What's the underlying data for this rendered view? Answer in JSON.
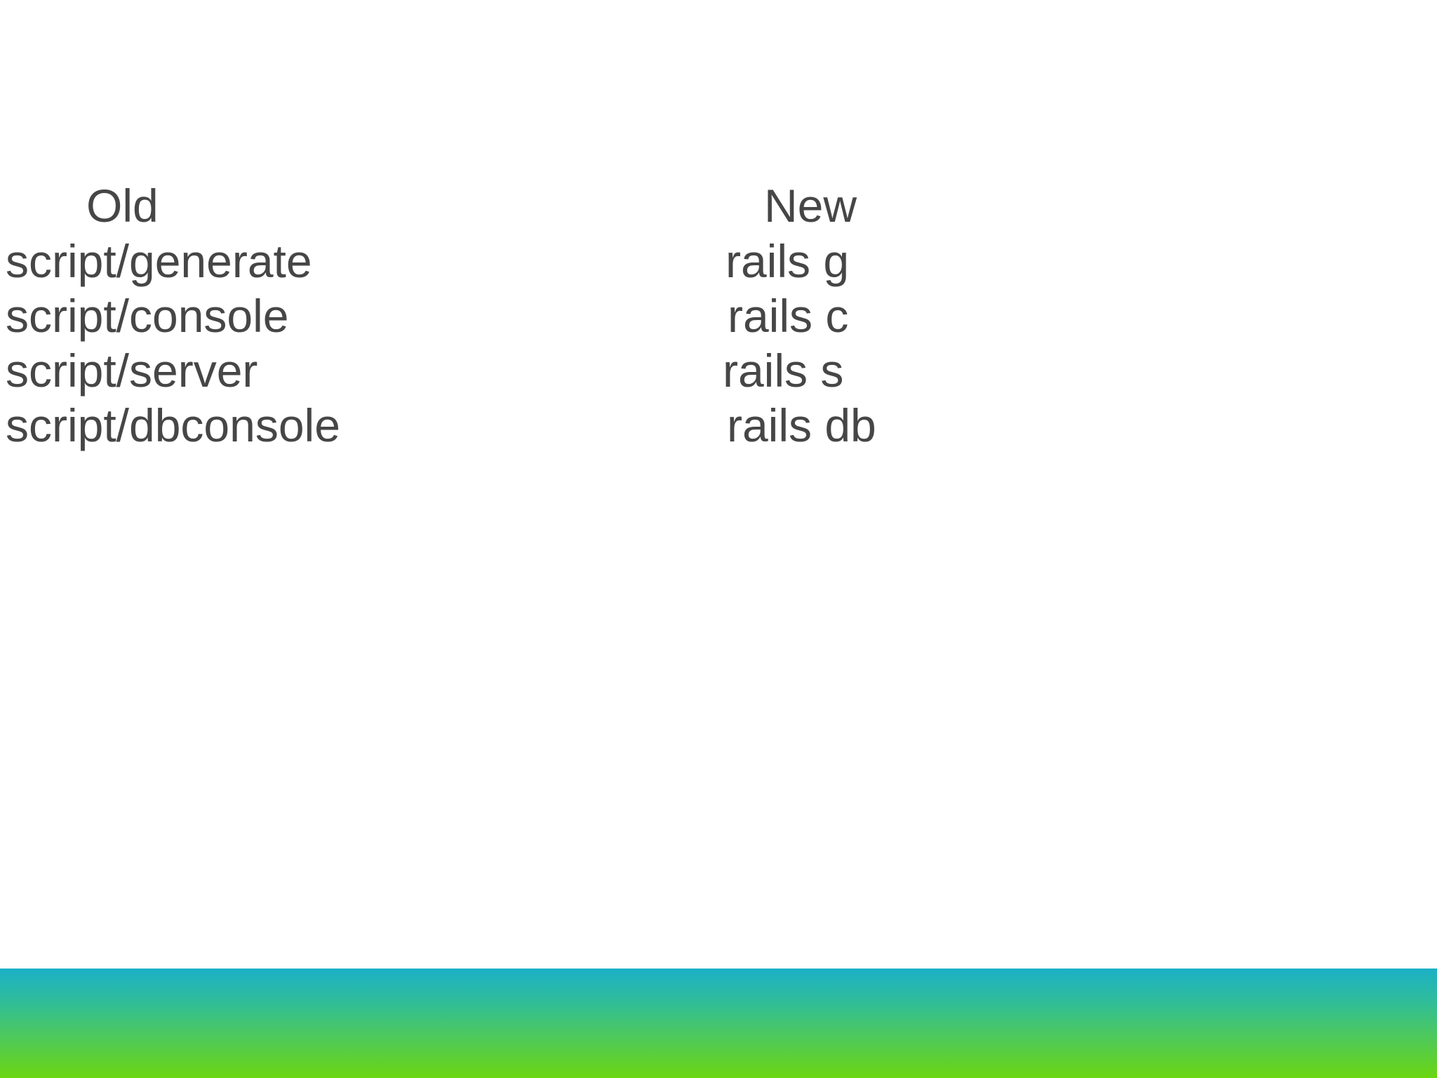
{
  "slide": {
    "header_old": "Old",
    "header_new": "New",
    "rows": [
      {
        "old": "script/generate",
        "new": "rails g"
      },
      {
        "old": "script/console",
        "new": "rails c"
      },
      {
        "old": "script/server",
        "new": "rails s"
      },
      {
        "old": "script/dbconsole",
        "new": "rails db"
      }
    ]
  },
  "colors": {
    "text": "#464646",
    "background": "#ffffff",
    "band_top": "#1bb0c7",
    "band_bottom": "#6ad611"
  }
}
